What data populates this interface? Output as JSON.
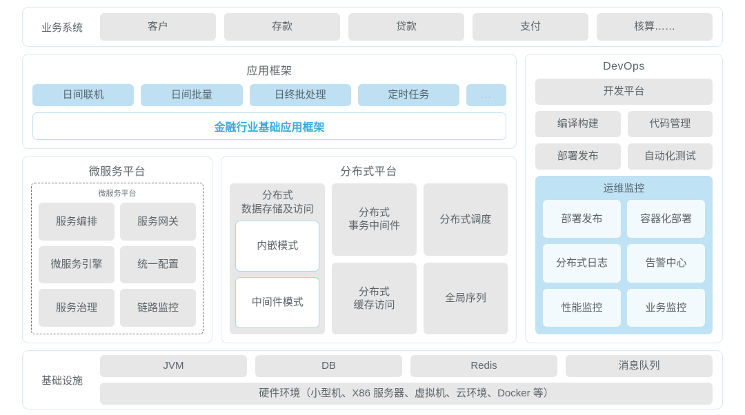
{
  "business_system": {
    "label": "业务系统",
    "items": [
      "客户",
      "存款",
      "贷款",
      "支付",
      "核算……"
    ]
  },
  "app_framework": {
    "title": "应用框架",
    "items": [
      "日间联机",
      "日间批量",
      "日终批处理",
      "定时任务"
    ],
    "ellipsis": "...",
    "banner": "金融行业基础应用框架"
  },
  "microservice_platform": {
    "title": "微服务平台",
    "inner_title": "微服务平台",
    "items": [
      "服务编排",
      "服务网关",
      "微服务引擎",
      "统一配置",
      "服务治理",
      "链路监控"
    ]
  },
  "distributed_platform": {
    "title": "分布式平台",
    "column1": {
      "title": "分布式\n数据存储及访问",
      "items": [
        "内嵌模式",
        "中间件模式"
      ]
    },
    "items": [
      "分布式\n事务中间件",
      "分布式调度",
      "分布式\n缓存访问",
      "全局序列"
    ]
  },
  "devops": {
    "title": "DevOps",
    "platform": "开发平台",
    "items": [
      "编译构建",
      "代码管理",
      "部署发布",
      "自动化测试"
    ],
    "ops_monitor": {
      "title": "运维监控",
      "items": [
        "部署发布",
        "容器化部署",
        "分布式日志",
        "告警中心",
        "性能监控",
        "业务监控"
      ]
    }
  },
  "infrastructure": {
    "label": "基础设施",
    "items": [
      "JVM",
      "DB",
      "Redis",
      "消息队列"
    ],
    "hardware": "硬件环境（小型机、X86 服务器、虚拟机、云环境、Docker 等）"
  },
  "colors": {
    "card_border": "#d7ecf2",
    "chip_gray": "#e7e7e7",
    "chip_blue": "#bfe0f2",
    "accent_blue": "#3aa9e0",
    "ops_panel": "#bfe2f5",
    "text": "#5d6368"
  }
}
